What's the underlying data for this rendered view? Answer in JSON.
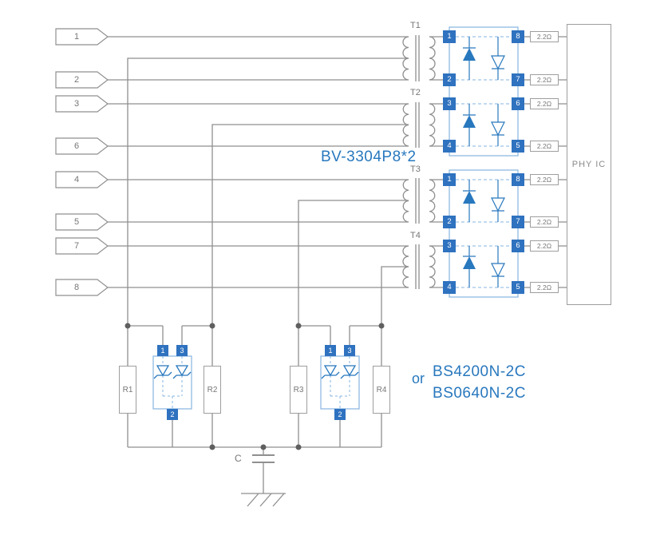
{
  "meta": {
    "description": "Ethernet transformer and TVS protection interface schematic"
  },
  "colors": {
    "blue": "#2878be",
    "light_blue": "#85b4e0",
    "wire_gray": "#8f8f8f"
  },
  "left_pins": [
    {
      "label": "1"
    },
    {
      "label": "2"
    },
    {
      "label": "3"
    },
    {
      "label": "6"
    },
    {
      "label": "4"
    },
    {
      "label": "5"
    },
    {
      "label": "7"
    },
    {
      "label": "8"
    }
  ],
  "transformers": [
    {
      "label": "T1"
    },
    {
      "label": "T2"
    },
    {
      "label": "T3"
    },
    {
      "label": "T4"
    }
  ],
  "tvs_arrays": {
    "part_label": "BV-3304P8*2",
    "boxes": [
      {
        "left_pins": [
          "1",
          "2",
          "3",
          "4"
        ],
        "right_pins": [
          "8",
          "7",
          "6",
          "5"
        ]
      },
      {
        "left_pins": [
          "1",
          "2",
          "3",
          "4"
        ],
        "right_pins": [
          "8",
          "7",
          "6",
          "5"
        ]
      }
    ]
  },
  "series_resistors": {
    "value": "2.2Ω"
  },
  "phy_ic": {
    "label": "PHY IC"
  },
  "bottom_network": {
    "resistors": [
      {
        "label": "R1"
      },
      {
        "label": "R2"
      },
      {
        "label": "R3"
      },
      {
        "label": "R4"
      }
    ],
    "tvs_blocks": [
      {
        "pin_top_left": "1",
        "pin_top_right": "3",
        "pin_bottom": "2"
      },
      {
        "pin_top_left": "1",
        "pin_top_right": "3",
        "pin_bottom": "2"
      }
    ],
    "capacitor_label": "C",
    "or_label": "or",
    "part_options": [
      {
        "label": "BS4200N-2C"
      },
      {
        "label": "BS0640N-2C"
      }
    ]
  }
}
